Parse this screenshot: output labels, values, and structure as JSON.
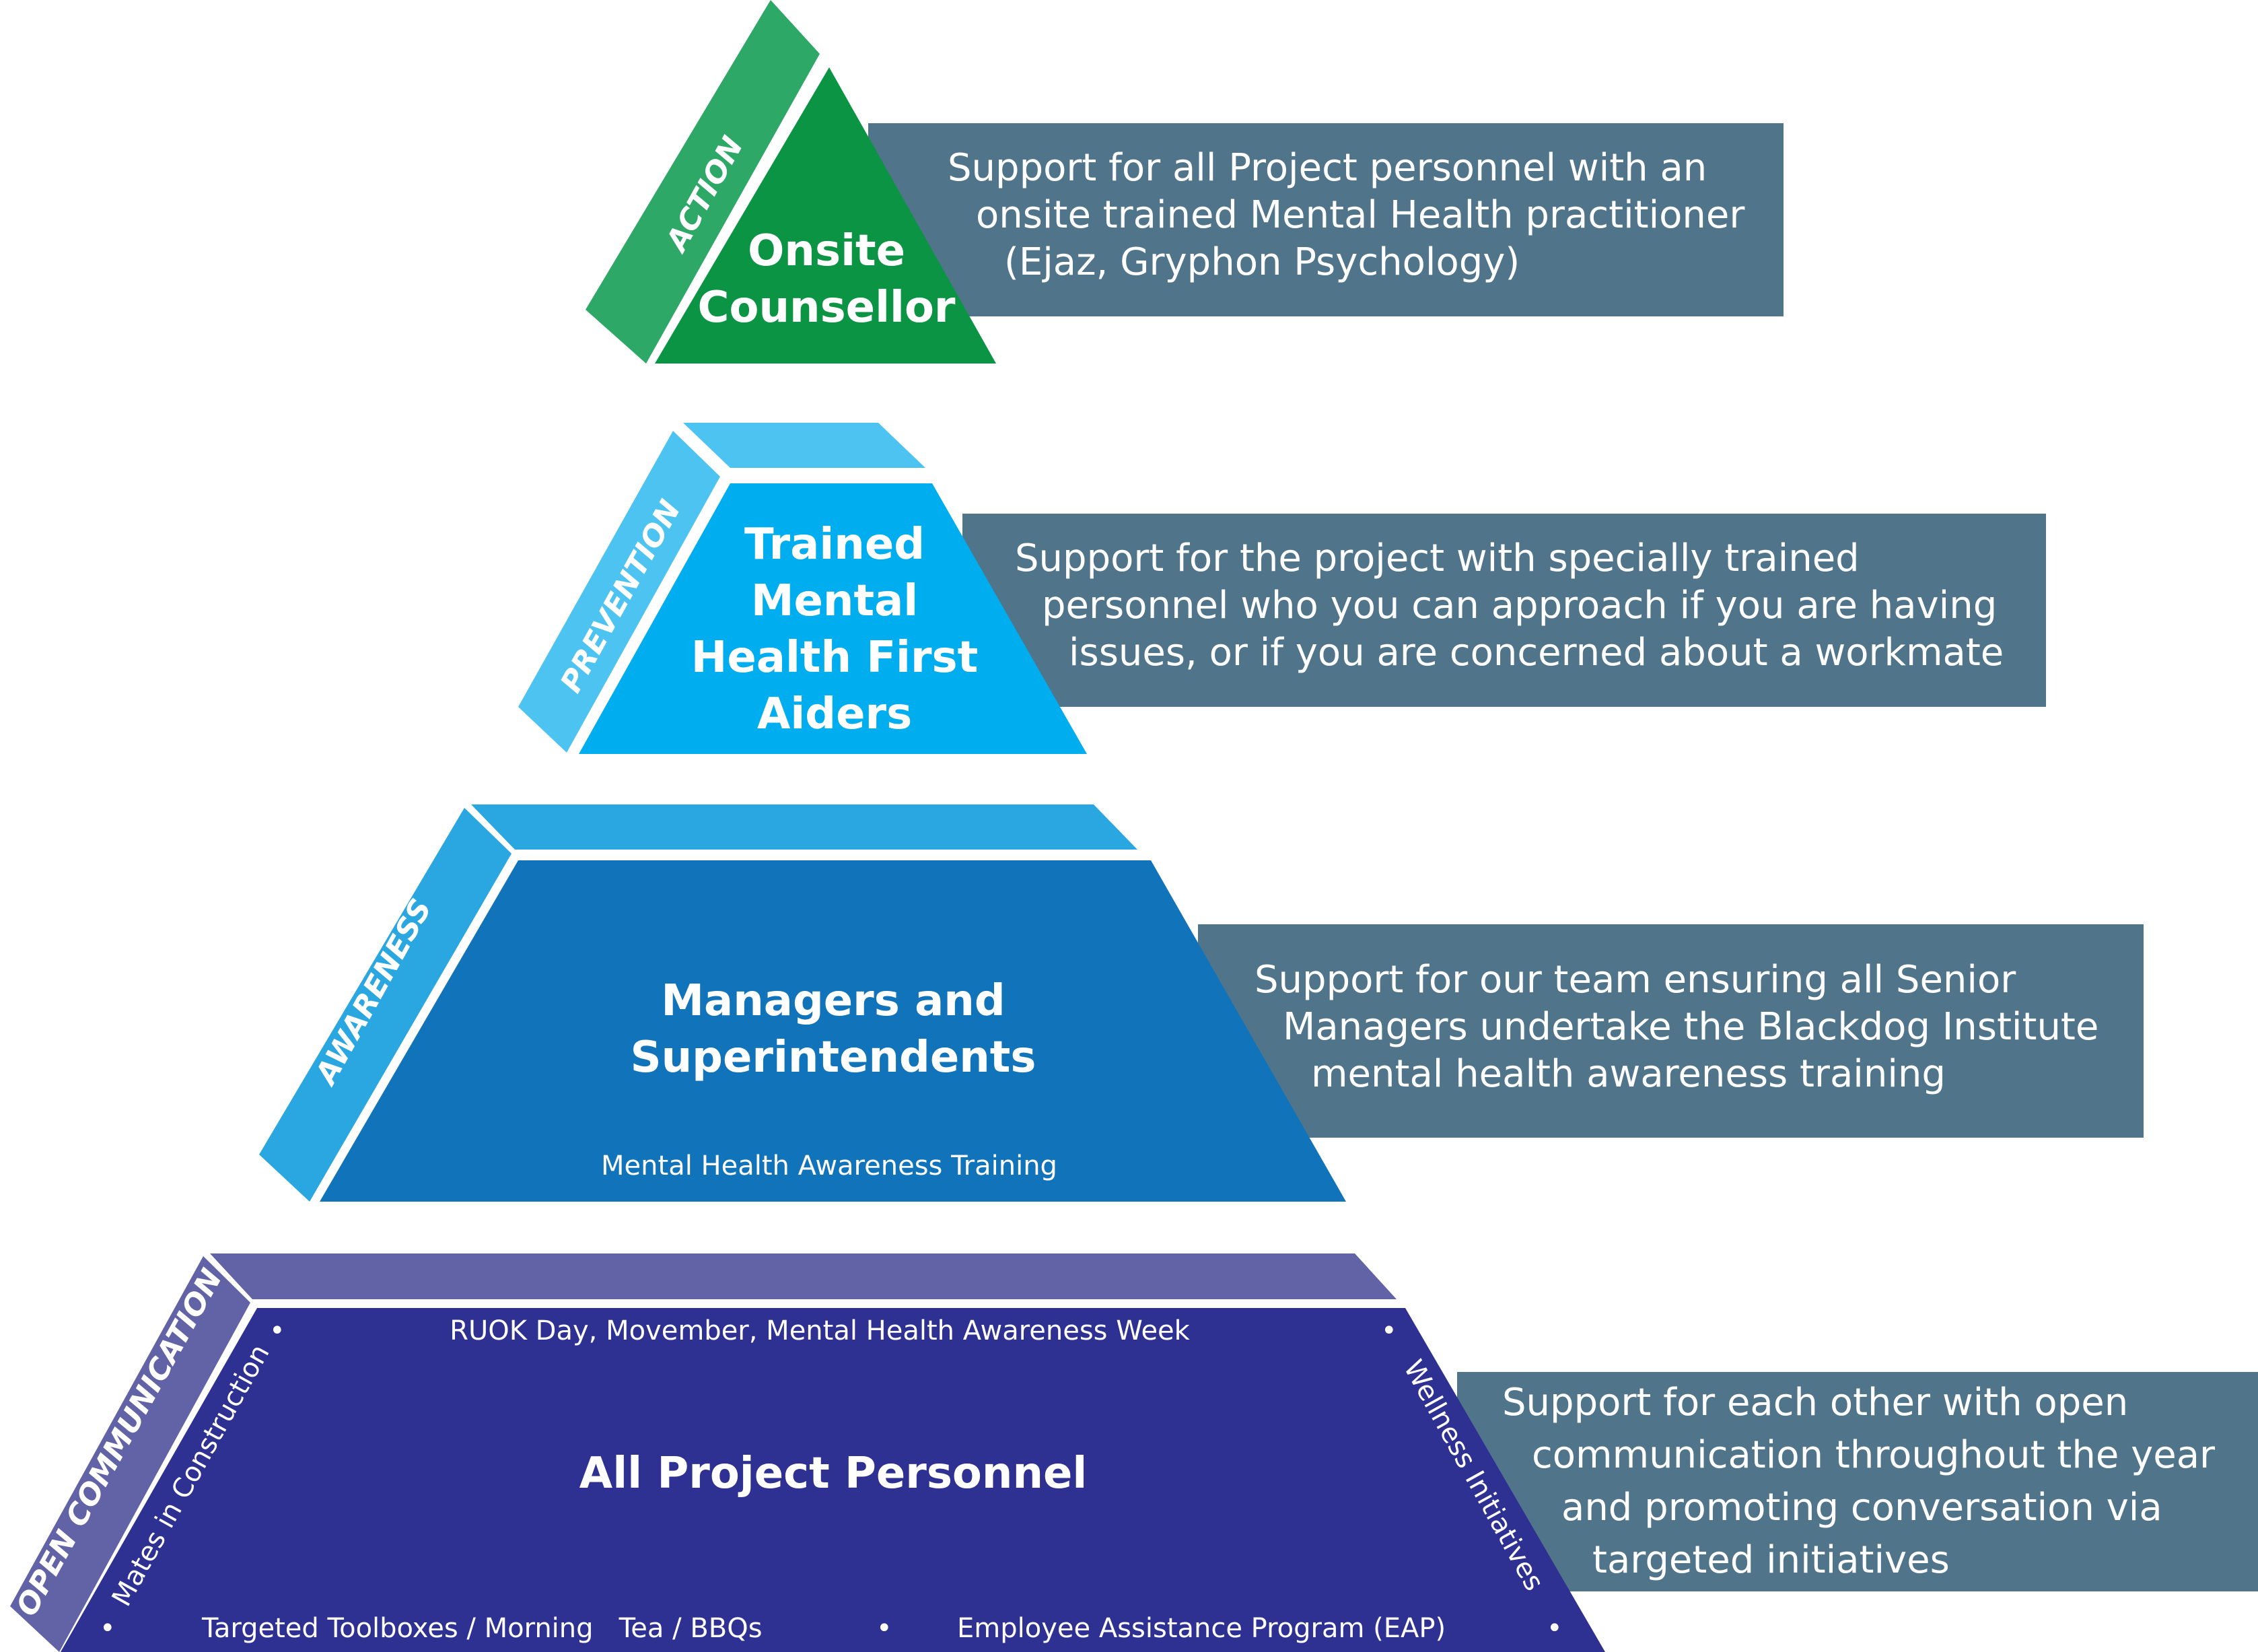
{
  "colors": {
    "action_face": "#0b9444",
    "action_side": "#2ea866",
    "prevention_face": "#00aeef",
    "prevention_side": "#4cc3f1",
    "awareness_face": "#1174bb",
    "awareness_side": "#2aa7e0",
    "communication_face": "#2e3192",
    "communication_side": "#6163a6",
    "description_box": "#50748a"
  },
  "levels": {
    "action": {
      "side_label": "ACTION",
      "title_line1": "Onsite",
      "title_line2": "Counsellor",
      "description": [
        "Support for all Project personnel with an",
        "onsite trained Mental Health practitioner",
        "(Ejaz, Gryphon Psychology)"
      ]
    },
    "prevention": {
      "side_label": "PREVENTION",
      "title_line1": "Trained",
      "title_line2": "Mental",
      "title_line3": "Health First",
      "title_line4": "Aiders",
      "description": [
        "Support for the project with specially trained",
        "personnel who you can approach if you are having",
        "issues,  or if you are concerned about a workmate"
      ]
    },
    "awareness": {
      "side_label": "AWARENESS",
      "title_line1": "Managers and",
      "title_line2": "Superintendents",
      "subtitle": "Mental Health Awareness Training",
      "description": [
        "Support for our team ensuring all Senior",
        "Managers undertake the Blackdog Institute",
        "mental health awareness training"
      ]
    },
    "communication": {
      "side_label": "OPEN COMMUNICATION",
      "title": "All Project Personnel",
      "initiative_top": "RUOK Day, Movember, Mental Health Awareness Week",
      "initiative_left": "Mates in Construction",
      "initiative_right": "Wellness Initiatives",
      "initiative_bottom_left": "Targeted Toolboxes / Morning   Tea / BBQs",
      "initiative_bottom_right": "Employee Assistance Program (EAP)",
      "bullet": "•",
      "description": [
        "Support for each other with open",
        "communication throughout the year",
        "and promoting conversation via",
        "targeted initiatives"
      ]
    }
  }
}
